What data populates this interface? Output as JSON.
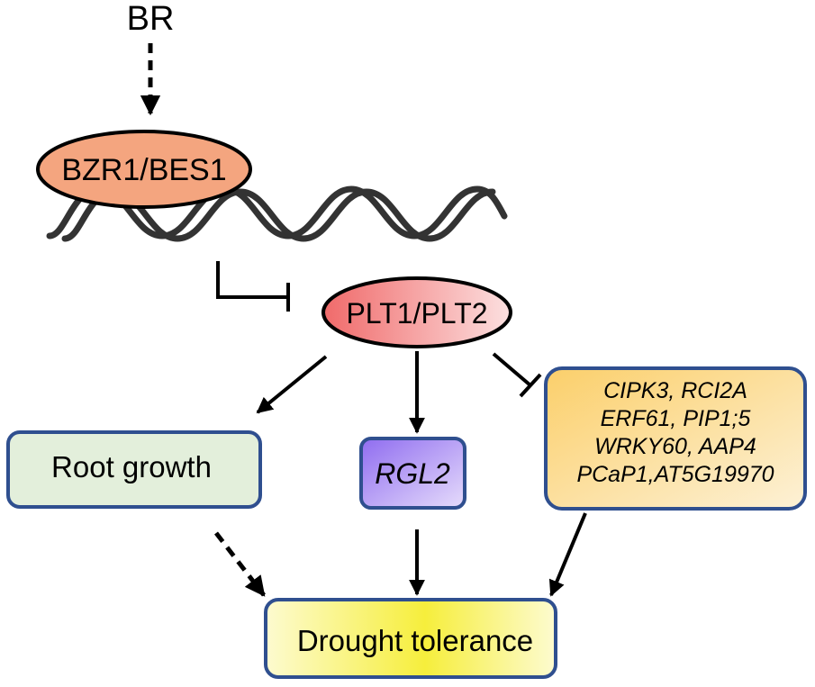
{
  "nodes": {
    "br": {
      "label": "BR"
    },
    "bzr1_bes1": {
      "label": "BZR1/BES1",
      "color": "#f4a57f"
    },
    "plt1_plt2": {
      "label": "PLT1/PLT2",
      "color": "#f79b9b"
    },
    "root_growth": {
      "label": "Root growth",
      "color": "#e3efdb"
    },
    "rgl2": {
      "label": "RGL2",
      "color": "#a58cf2"
    },
    "genes": {
      "lines": [
        "CIPK3, RCI2A",
        "ERF61, PIP1;5",
        "WRKY60, AAP4",
        "PCaP1,AT5G19970"
      ],
      "color": "#fbd98e"
    },
    "drought_tolerance": {
      "label": "Drought tolerance",
      "color": "#f8f05a"
    }
  },
  "edges": [
    {
      "from": "br",
      "to": "bzr1_bes1",
      "type": "activation",
      "style": "dashed"
    },
    {
      "from": "bzr1_bes1",
      "to": "plt1_plt2",
      "type": "repression",
      "style": "solid"
    },
    {
      "from": "plt1_plt2",
      "to": "root_growth",
      "type": "activation",
      "style": "solid"
    },
    {
      "from": "plt1_plt2",
      "to": "rgl2",
      "type": "activation",
      "style": "solid"
    },
    {
      "from": "plt1_plt2",
      "to": "genes",
      "type": "repression",
      "style": "solid"
    },
    {
      "from": "root_growth",
      "to": "drought_tolerance",
      "type": "activation",
      "style": "dashed"
    },
    {
      "from": "rgl2",
      "to": "drought_tolerance",
      "type": "activation",
      "style": "solid"
    },
    {
      "from": "genes",
      "to": "drought_tolerance",
      "type": "activation",
      "style": "solid"
    }
  ],
  "colors": {
    "outline": "#2f4f8f",
    "ellipse_outline": "#000000",
    "dna": "#333333",
    "arrow": "#000000"
  }
}
